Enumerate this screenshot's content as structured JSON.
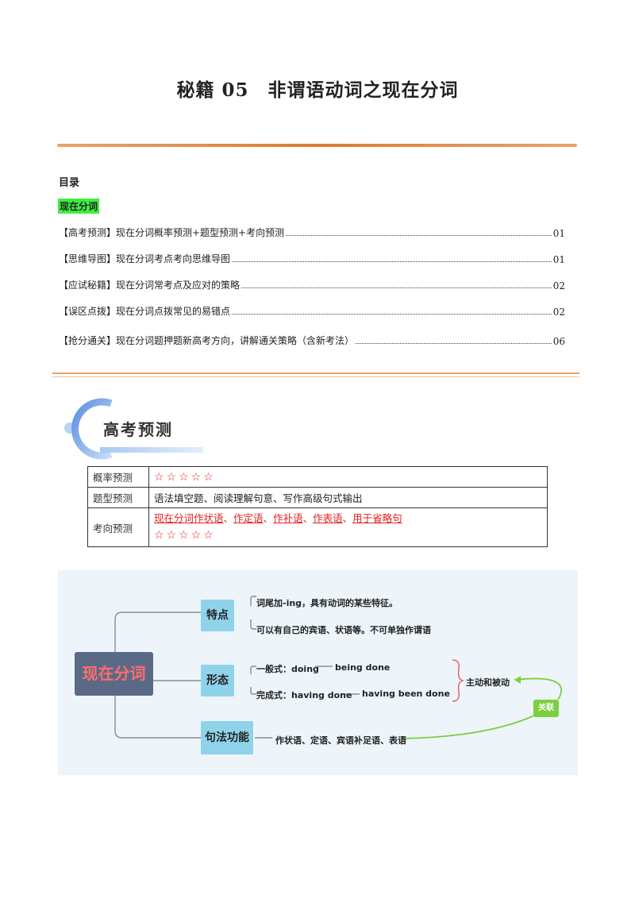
{
  "document": {
    "title": "秘籍 05　非谓语动词之现在分词"
  },
  "toc": {
    "heading": "目录",
    "section": "现在分词",
    "items": [
      {
        "text": "【高考预测】现在分词概率预测+题型预测+考向预测",
        "page": "01"
      },
      {
        "text": "【思维导图】现在分词考点考向思维导图",
        "page": "01"
      },
      {
        "text": "【应试秘籍】现在分词常考点及应对的策略",
        "page": "02"
      },
      {
        "text": "【误区点拨】现在分词点拨常见的易错点",
        "page": "02"
      },
      {
        "text": "【抢分通关】现在分词题押题新高考方向，讲解通关策略（含新考法）",
        "page": "06"
      }
    ]
  },
  "banner": {
    "label": "高考预测"
  },
  "info_table": {
    "row1_label": "概率预测",
    "row1_stars": "☆☆☆☆☆",
    "row2_label": "题型预测",
    "row2_value": "语法填空题、阅读理解句意、写作高级句式输出",
    "row3_label": "考向预测",
    "row3_items": [
      "现在分词作状语",
      "作定语",
      "作补语",
      "作表语",
      "用于省略句"
    ],
    "row3_sep": "、",
    "row3_stars": "☆☆☆☆☆"
  },
  "mindmap": {
    "root": "现在分词",
    "branch_features": "特点",
    "feature_1": "词尾加-ing，具有动词的某些特征。",
    "feature_2": "可以有自己的宾语、状语等。不可单独作谓语",
    "branch_forms": "形态",
    "form_general_label": "一般式：doing",
    "form_general_passive": "being done",
    "form_perfect_label": "完成式：having done",
    "form_perfect_passive": "having been done",
    "active_passive": "主动和被动",
    "branch_syntax": "句法功能",
    "syntax_roles": "作状语、定语、宾语补足语、表语",
    "link_label": "关联"
  }
}
